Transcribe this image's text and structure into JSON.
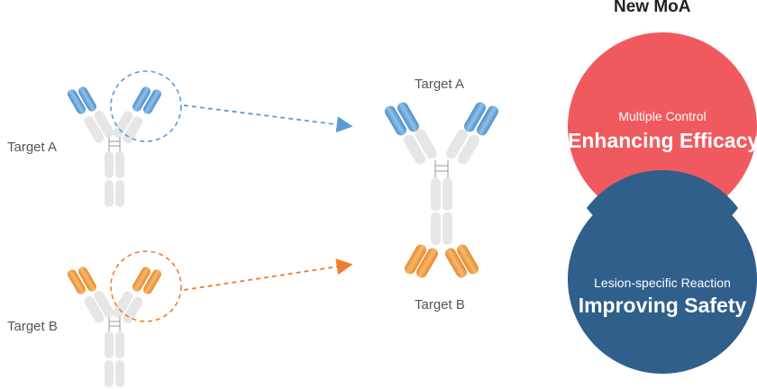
{
  "labels": {
    "left_target_a": "Target A",
    "left_target_b": "Target B",
    "mid_target_a": "Target A",
    "mid_target_b": "Target B"
  },
  "moa": {
    "title": "New MoA",
    "efficacy_small": "Multiple Control",
    "efficacy_big": "Enhancing Efficacy",
    "safety_small": "Lesion-specific Reaction",
    "safety_big": "Improving Safety"
  },
  "colors": {
    "blue_domain": "#6fa8d8",
    "orange_domain": "#f0a04a",
    "grey_domain": "#e6e6e6",
    "blue_arrow": "#5b9bd5",
    "orange_arrow": "#ed7d31",
    "red_circle": "#f05a5e",
    "navy_circle": "#2f5f8a"
  }
}
